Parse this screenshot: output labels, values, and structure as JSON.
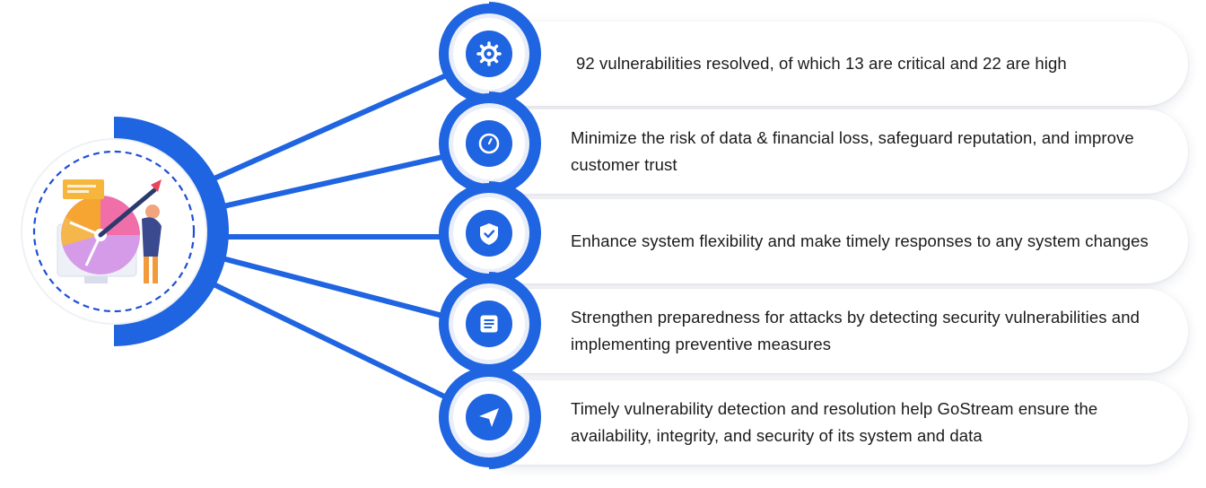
{
  "colors": {
    "primary": "#1f64e0",
    "icon_bg": "#1f64e0",
    "ring_light": "#e9eef9",
    "card_bg": "#ffffff",
    "text": "#1b1b1b",
    "hub_dash": "#1f4fd6"
  },
  "hub": {
    "illustration": "security-analytics-illustration"
  },
  "items": [
    {
      "icon": "gear-icon",
      "text": "92 vulnerabilities resolved, of which 13 are critical and 22 are high"
    },
    {
      "icon": "clock-icon",
      "text": "Minimize the risk of data & financial loss, safeguard reputation, and improve customer trust"
    },
    {
      "icon": "shield-check-icon",
      "text": "Enhance system flexibility and make timely responses to any system changes"
    },
    {
      "icon": "document-icon",
      "text": "Strengthen preparedness for attacks by detecting security vulnerabilities and implementing preventive measures"
    },
    {
      "icon": "send-icon",
      "text": "Timely vulnerability detection and resolution help GoStream ensure the availability, integrity, and security of its system and data"
    }
  ]
}
